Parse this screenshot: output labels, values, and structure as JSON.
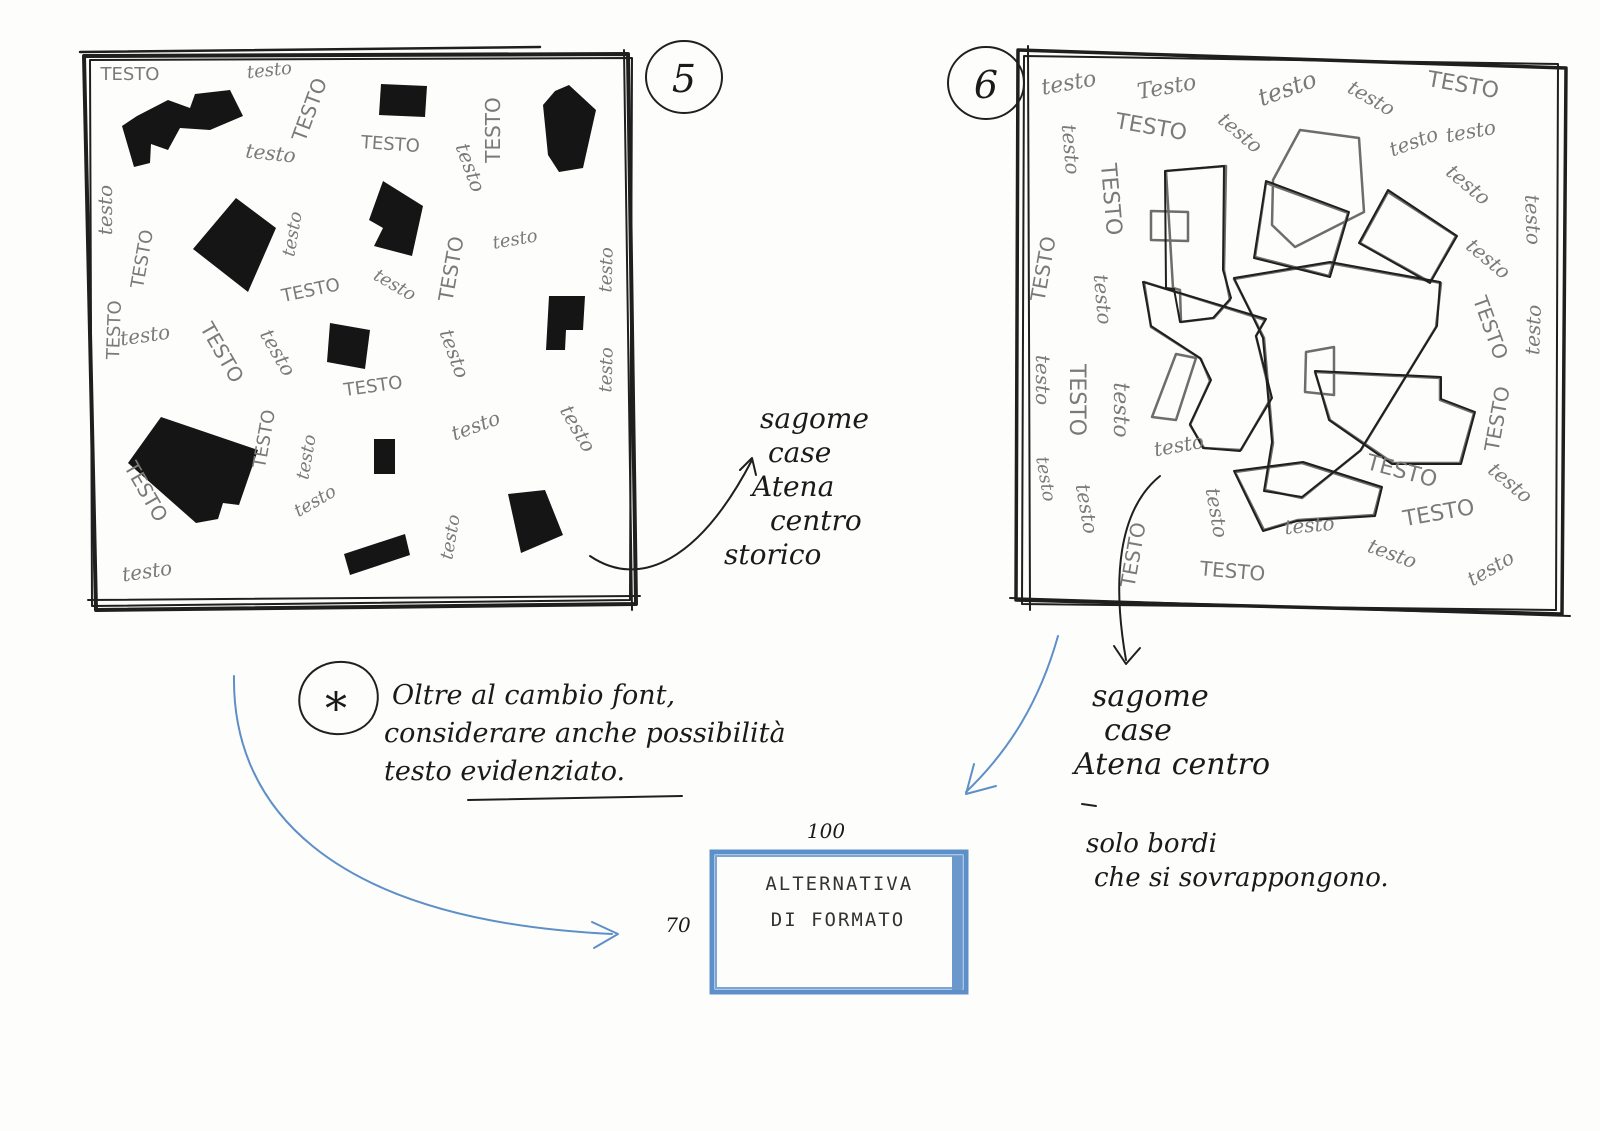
{
  "sketch5": {
    "number": "5",
    "annotation": [
      "sagome",
      "case",
      "Atena",
      "centro",
      "storico"
    ],
    "words": [
      "TESTO",
      "testo",
      "TESTO",
      "testo",
      "TESTO",
      "testo",
      "TESTO",
      "testo",
      "TESTO",
      "testo",
      "testo",
      "TESTO",
      "testo",
      "TESTO",
      "testo",
      "TESTO",
      "testo",
      "TESTO",
      "testo",
      "testo",
      "TESTO",
      "testo",
      "TESTO",
      "testo",
      "testo",
      "testo",
      "TESTO",
      "testo",
      "testo",
      "testo"
    ]
  },
  "sketch6": {
    "number": "6",
    "annotation": [
      "sagome",
      "case",
      "Atena centro"
    ],
    "note": [
      "solo bordi",
      "che si sovrappongono."
    ],
    "words": [
      "testo",
      "Testo",
      "testo",
      "testo",
      "TESTO",
      "TESTO",
      "testo",
      "testo",
      "testo",
      "testo",
      "TESTO",
      "testo",
      "testo",
      "TESTO",
      "testo",
      "testo",
      "TESTO",
      "testo",
      "testo",
      "TESTO",
      "testo",
      "TESTO",
      "testo",
      "TESTO",
      "testo",
      "testo",
      "testo",
      "TESTO",
      "testo",
      "TESTO",
      "testo",
      "testo",
      "TESTO",
      "testo"
    ]
  },
  "note": {
    "symbol": "*",
    "lines": [
      "Oltre al cambio font,",
      "considerare anche possibilità",
      "testo evidenziato."
    ]
  },
  "format_box": {
    "lines": [
      "ALTERNATIVA",
      "DI FORMATO"
    ],
    "width_label": "100",
    "height_label": "70"
  },
  "colors": {
    "ink": "#1f1f1f",
    "pencil": "#7a7a7a",
    "blue": "#5d8fc8",
    "paper": "#fdfdfb"
  }
}
